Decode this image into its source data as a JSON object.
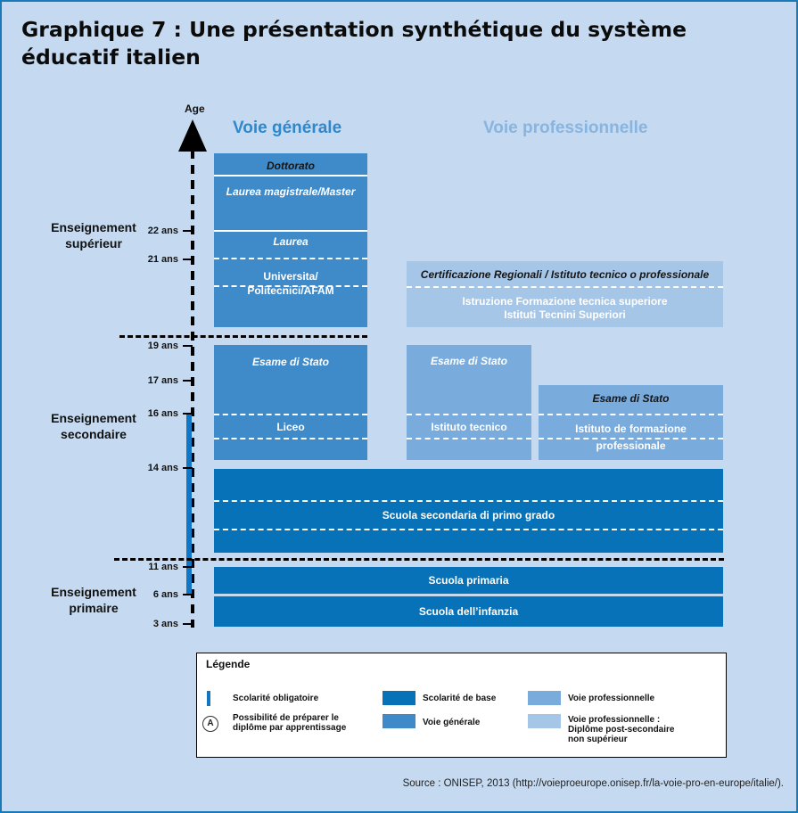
{
  "title": "Graphique 7 : Une présentation synthétique du système\néducatif italien",
  "axis": {
    "label": "Age"
  },
  "headers": {
    "general": "Voie générale",
    "professional": "Voie professionnelle"
  },
  "ages": [
    "22 ans",
    "21 ans",
    "19 ans",
    "17 ans",
    "16 ans",
    "14 ans",
    "11 ans",
    "6 ans",
    "3 ans"
  ],
  "sections": {
    "superieur": "Enseignement\nsupérieur",
    "secondaire": "Enseignement\nsecondaire",
    "primaire": "Enseignement\nprimaire"
  },
  "boxes": {
    "dottorato": "Dottorato",
    "laurea_magistrale": "Laurea magistrale/Master",
    "laurea": "Laurea",
    "universita": "Universita/\nPolitecnici/AFAM",
    "certificazione": "Certificazione Regionali / Istituto tecnico o professionale",
    "istruzione": "Istruzione Formazione tecnica superiore\nIstituti Tecnini Superiori",
    "esame_liceo": "Esame di Stato",
    "liceo": "Liceo",
    "esame_tecnico": "Esame di Stato",
    "istituto_tecnico": "Istituto tecnico",
    "esame_formazione": "Esame di Stato",
    "istituto_formazione": "Istituto de formazione\nprofessionale",
    "secondaria": "Scuola secondaria di primo grado",
    "primaria": "Scuola primaria",
    "infanzia": "Scuola dell’infanzia"
  },
  "legend": {
    "title": "Légende",
    "obligatoire": "Scolarité obligatoire",
    "apprentissage_symbol": "A",
    "apprentissage": "Possibilité de préparer le\ndiplôme par apprentissage",
    "base": "Scolarité de base",
    "generale": "Voie générale",
    "professionnelle": "Voie professionnelle",
    "post_secondaire": "Voie professionnelle :\nDiplôme post-secondaire\nnon supérieur"
  },
  "colors": {
    "background": "#c5daf0",
    "frame": "#1a79b9",
    "voie_generale": "#3f8ac9",
    "voie_professionnelle": "#79abdd",
    "voie_pro_post_secondaire": "#a6c6e8",
    "scolarite_de_base": "#0872b9",
    "scolarite_obligatoire": "#1177c4",
    "header_general": "#2f88cc",
    "header_professional": "#88b4e0"
  },
  "source": "Source : ONISEP, 2013 (http://voieproeurope.onisep.fr/la-voie-pro-en-europe/italie/)."
}
